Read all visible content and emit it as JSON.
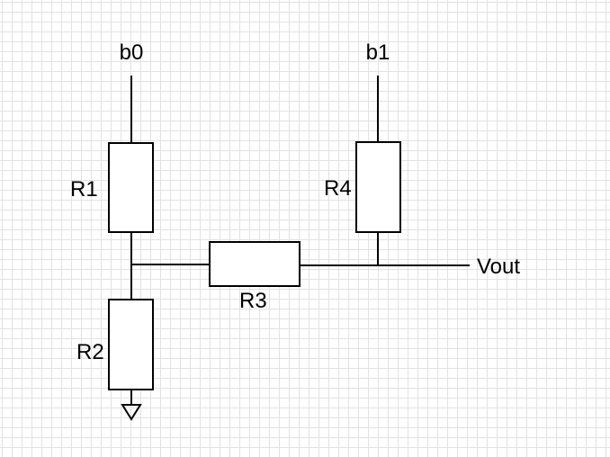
{
  "nodes": {
    "b0": "b0",
    "b1": "b1",
    "vout": "Vout"
  },
  "resistors": {
    "r1": "R1",
    "r2": "R2",
    "r3": "R3",
    "r4": "R4"
  },
  "colors": {
    "grid": "#e2e2e2",
    "stroke": "#000000",
    "background": "#ffffff"
  },
  "icons": {
    "ground": "ground-icon"
  }
}
